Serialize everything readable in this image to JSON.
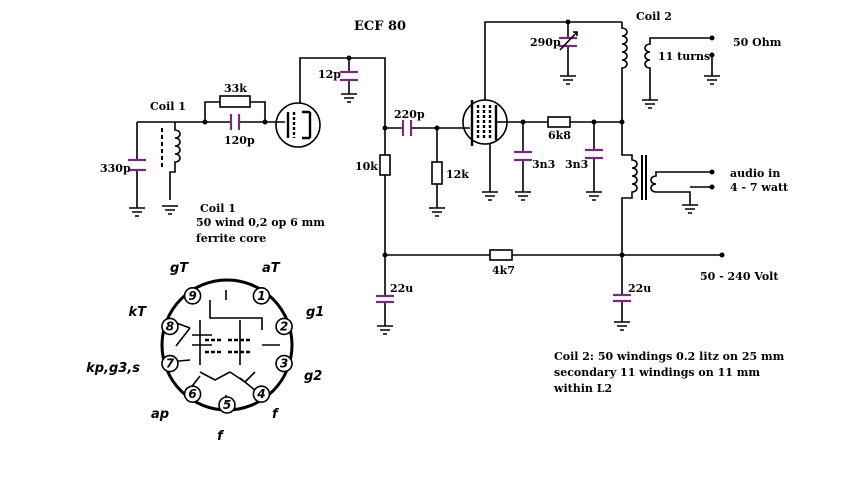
{
  "title": "ECF 80",
  "components": {
    "coil1_label": "Coil 1",
    "coil2_label": "Coil 2",
    "c330p": "330p",
    "r33k": "33k",
    "c120p": "120p",
    "c12p": "12p",
    "c220p": "220p",
    "r10k": "10k",
    "r12k": "12k",
    "c290p": "290p",
    "r6k8": "6k8",
    "c3n3_a": "3n3",
    "c3n3_b": "3n3",
    "c22u_a": "22u",
    "c22u_b": "22u",
    "r4k7": "4k7",
    "turns": "11 turns",
    "ohm": "50 Ohm",
    "audio_in": "audio in",
    "audio_watt": "4 - 7 watt",
    "voltage": "50 - 240 Volt"
  },
  "notes": {
    "coil1_title": "Coil  1",
    "coil1_line1": "50 wind 0,2 op 6 mm",
    "coil1_line2": "ferrite core",
    "coil2_line1": "Coil 2: 50 windings 0.2 litz on 25 mm",
    "coil2_line2": "secondary 11 windings on 11 mm",
    "coil2_line3": "within L2"
  },
  "pinout": {
    "pins": [
      {
        "num": "1",
        "label": "aT"
      },
      {
        "num": "2",
        "label": "g1"
      },
      {
        "num": "3",
        "label": "g2"
      },
      {
        "num": "4",
        "label": "f"
      },
      {
        "num": "5",
        "label": "f"
      },
      {
        "num": "6",
        "label": "ap"
      },
      {
        "num": "7",
        "label": "kp,g3,s"
      },
      {
        "num": "8",
        "label": "kT"
      },
      {
        "num": "9",
        "label": "gT"
      }
    ]
  },
  "colors": {
    "wire": "#000000",
    "capacitor": "#7a2a7a"
  }
}
